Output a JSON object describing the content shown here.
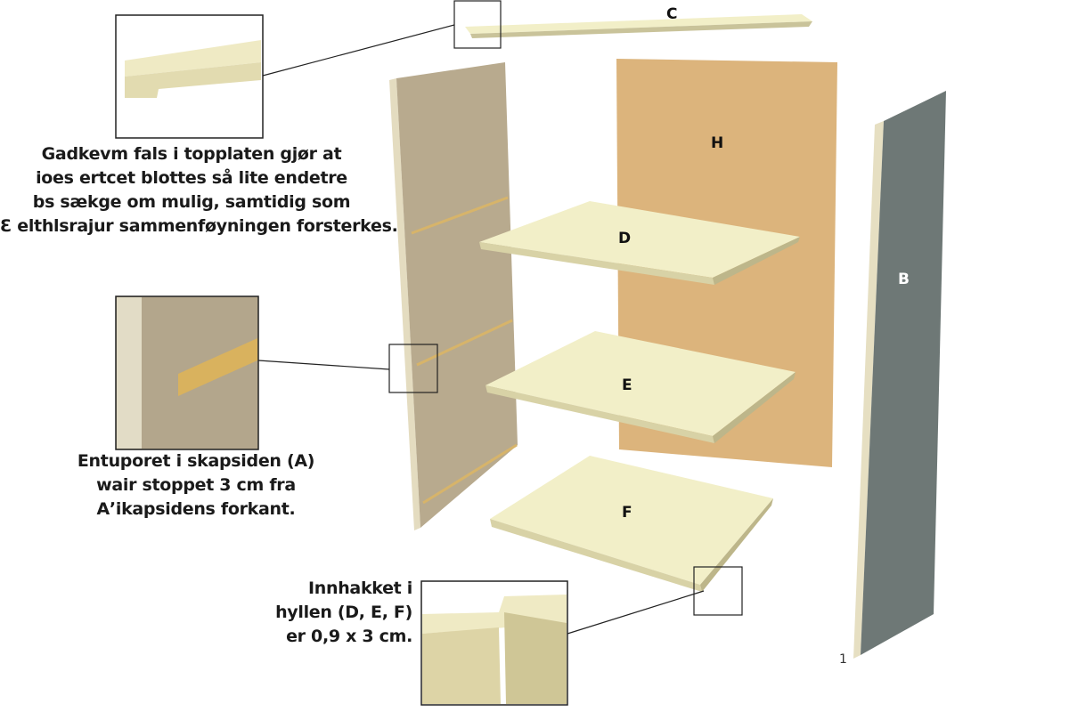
{
  "parts": {
    "top": "C",
    "back": "H",
    "shelf1": "D",
    "shelf2": "E",
    "shelf3": "F",
    "side_right": "B"
  },
  "captions": {
    "top_rebate": [
      "Gadkevm fals i topplaten gjør at",
      "ioes ertcet blottes så lite endetre",
      "bs sækge om mulig, samtidig som",
      "Ɛ elthlsrajur sammenføyningen forsterkes."
    ],
    "groove": [
      "Entuporet i skapsiden (A)",
      "wair stoppet 3 cm fra",
      "Aʼikapsidens forkant."
    ],
    "notch": [
      "Innhakket i",
      "hyllen (D, E, F)",
      "er 0,9 x 3 cm."
    ]
  },
  "page_number": "1",
  "colors": {
    "shelf": "#f2efc8",
    "back": "#dcb47c",
    "side_a": "#b8aa8e",
    "side_b": "#6e7876"
  }
}
